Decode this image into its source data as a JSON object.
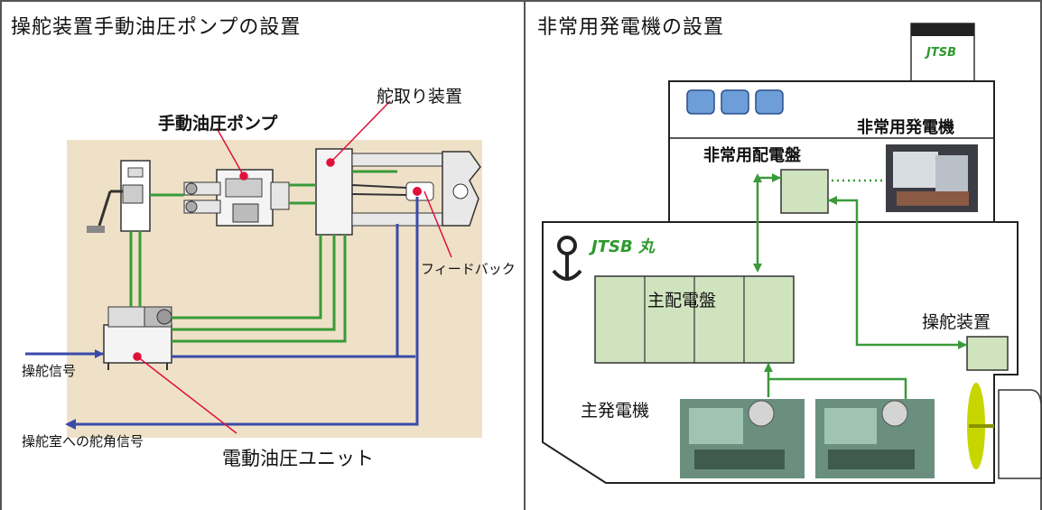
{
  "left": {
    "title": "操舵装置手動油圧ポンプの設置",
    "hand_pump_label": "手動油圧ポンプ",
    "steering_gear_label": "舵取り装置",
    "feedback_label": "フィードバック",
    "steering_signal_label": "操舵信号",
    "rudder_angle_signal_label": "操舵室への舵角信号",
    "power_unit_label": "電動油圧ユニット"
  },
  "right": {
    "title": "非常用発電機の設置",
    "funnel_label": "JTSB",
    "emergency_generator_label": "非常用発電機",
    "emergency_switchboard_label": "非常用配電盤",
    "ship_name": "JTSB 丸",
    "main_switchboard_label": "主配電盤",
    "steering_gear_label": "操舵装置",
    "main_generator_label": "主発電機"
  },
  "colors": {
    "background_panel": "#efe1c8",
    "green_line": "#3a9a3a",
    "blue_line": "#3a4aa8",
    "red_pointer": "#e0103a",
    "box_fill": "#cfe3bf",
    "box_stroke": "#333333",
    "ship_green": "#2e9a2e",
    "propeller": "#c8d600"
  }
}
